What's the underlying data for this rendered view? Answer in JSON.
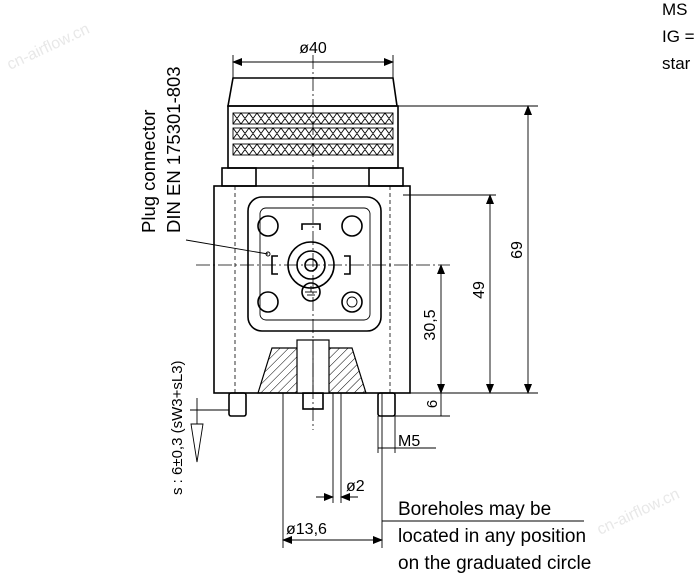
{
  "header_text": {
    "line1": "MS",
    "line2": "IG =",
    "line3": "star"
  },
  "labels": {
    "plug_connector": "Plug connector",
    "din_standard": "DIN EN 175301-803",
    "stroke_formula": "s : 6±0,3 (sW3+sL3)",
    "borehole_note": {
      "line1": "Boreholes may be",
      "line2": "located in any position",
      "line3": "on the graduated circle"
    }
  },
  "dimensions": {
    "width_top": "ø40",
    "height_total": "69",
    "height_49": "49",
    "height_30_5": "30,5",
    "height_6": "6",
    "thread": "M5",
    "hole_diameter": "ø2",
    "circle_diameter": "ø13,6"
  },
  "watermark": "cn-airflow.cn",
  "colors": {
    "line": "#000000",
    "background": "#ffffff",
    "watermark": "#e8e8e8"
  }
}
